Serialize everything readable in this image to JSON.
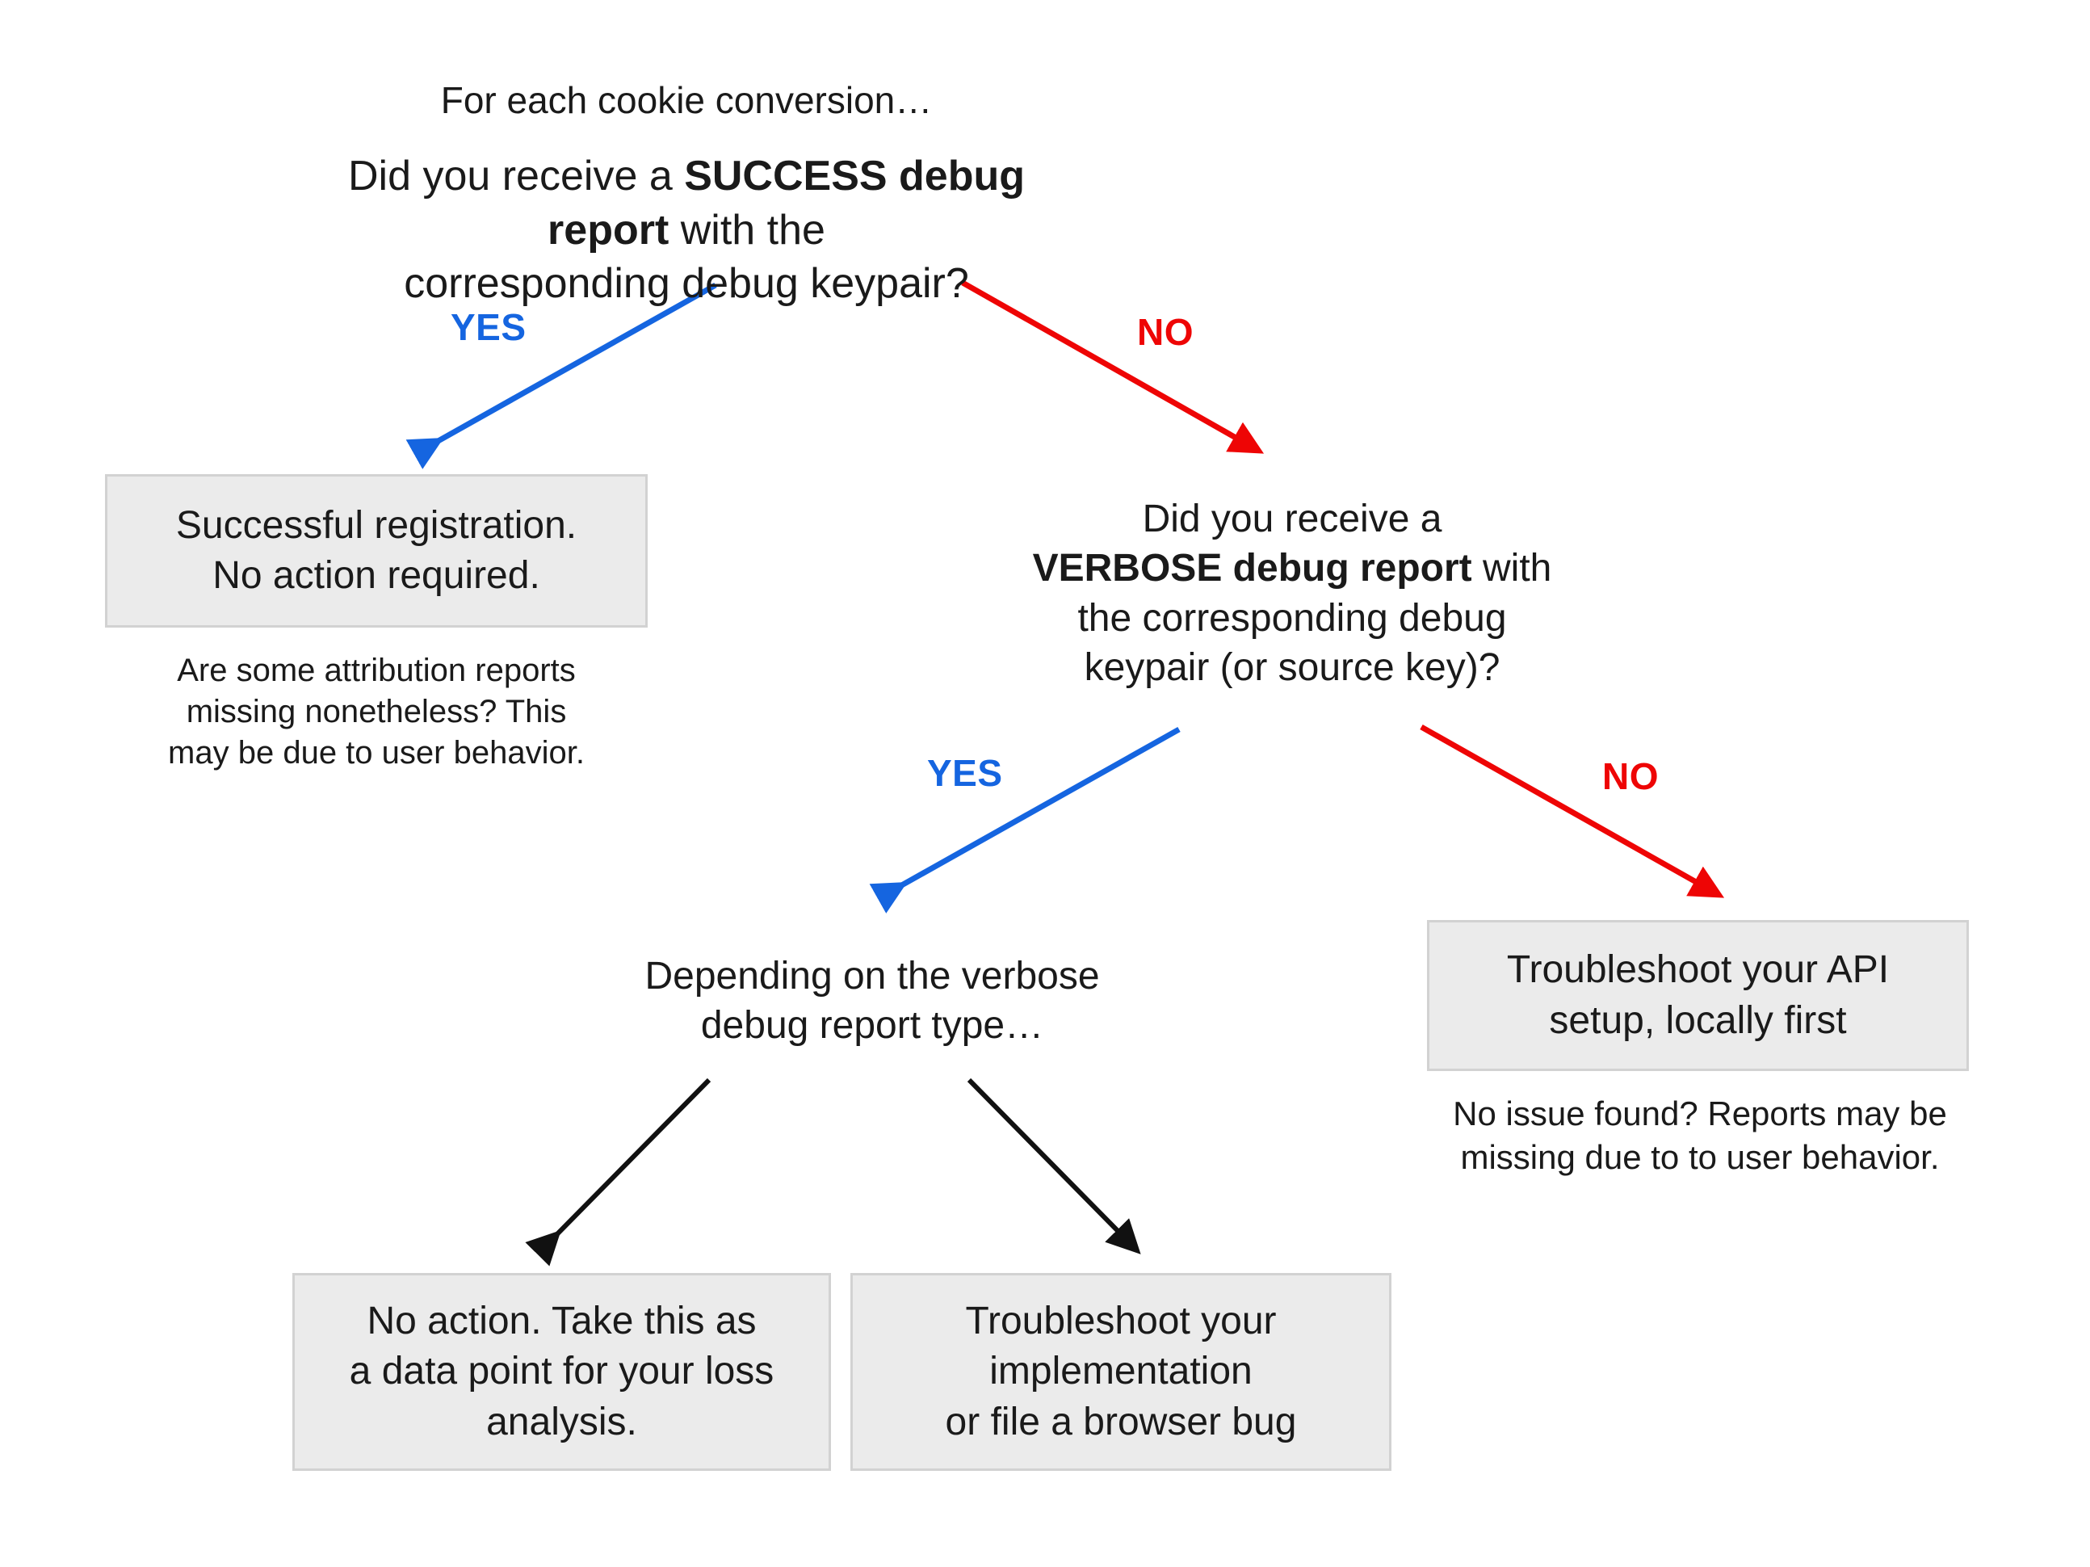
{
  "diagram": {
    "title": "Cookie conversion debug report troubleshooting decision tree",
    "background_color": "#ffffff",
    "box_fill": "#ebebeb",
    "box_border": "#d2d2d2",
    "yes_color": "#1565e0",
    "no_color": "#ee0505",
    "neutral_arrow_color": "#000000"
  },
  "nodes": {
    "intro": "For each cookie conversion…",
    "question1_plain_before": "Did you receive a ",
    "question1_bold": "SUCCESS debug report",
    "question1_plain_after": " with the\ncorresponding debug keypair?",
    "box_success": "Successful registration.\nNo action required.",
    "note_success": "Are some attribution reports\nmissing nonetheless? This\nmay be due to user behavior.",
    "question2_line1": "Did you receive a",
    "question2_bold": "VERBOSE debug report",
    "question2_plain_after": " with\nthe corresponding debug\nkeypair (or source key)?",
    "depending": "Depending on the verbose\ndebug report type…",
    "box_api": "Troubleshoot your API\nsetup, locally first",
    "note_api": "No issue found? Reports may be\nmissing due to to user behavior.",
    "box_no_action": "No action. Take this as\na data point for your loss\nanalysis.",
    "box_troubleshoot_impl": "Troubleshoot your\nimplementation\nor file a browser bug"
  },
  "edges": [
    {
      "id": "edge-yes-1",
      "label": "YES",
      "color": "#1565e0",
      "from": "question1",
      "to": "box_success"
    },
    {
      "id": "edge-no-1",
      "label": "NO",
      "color": "#ee0505",
      "from": "question1",
      "to": "question2"
    },
    {
      "id": "edge-yes-2",
      "label": "YES",
      "color": "#1565e0",
      "from": "question2",
      "to": "depending"
    },
    {
      "id": "edge-no-2",
      "label": "NO",
      "color": "#ee0505",
      "from": "question2",
      "to": "box_api"
    },
    {
      "id": "edge-plain-left",
      "label": "",
      "color": "#000000",
      "from": "depending",
      "to": "box_no_action"
    },
    {
      "id": "edge-plain-right",
      "label": "",
      "color": "#000000",
      "from": "depending",
      "to": "box_troubleshoot_impl"
    }
  ]
}
